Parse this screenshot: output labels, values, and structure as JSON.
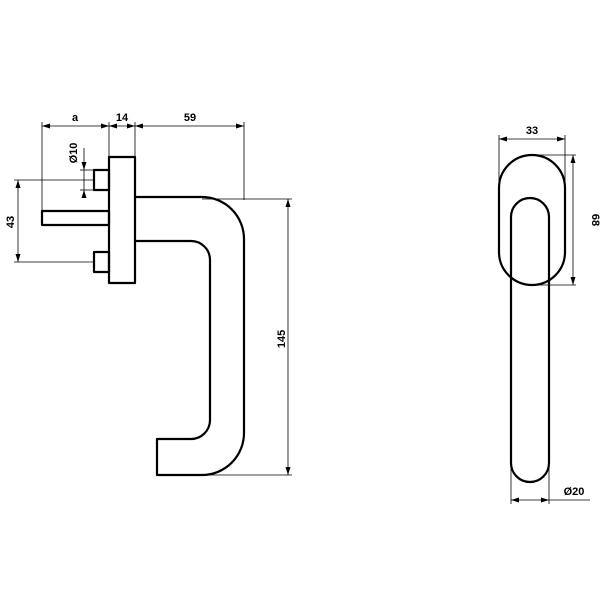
{
  "dimensions": {
    "a": "a",
    "flange_thickness": "14",
    "reach": "59",
    "pin_diameter": "Ø10",
    "bolt_spacing": "43",
    "length": "145",
    "rose_width": "33",
    "rose_height": "68",
    "grip_diameter": "Ø20"
  }
}
